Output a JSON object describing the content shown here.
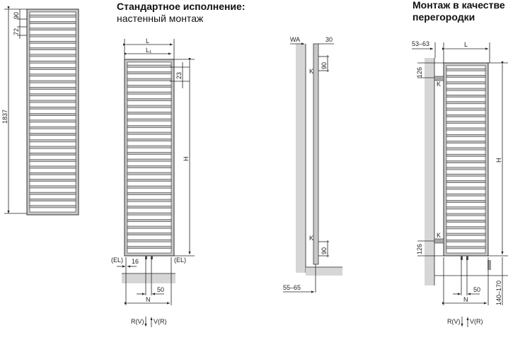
{
  "titles": {
    "wall_mount_line1": "Стандартное исполнение:",
    "wall_mount_line2": "настенный монтаж",
    "partition_line1": "Монтаж в качестве",
    "partition_line2": "перегородки"
  },
  "front_view": {
    "height": "1837",
    "top_gap": "90",
    "bar_pitch": "72"
  },
  "wall_view": {
    "L": "L",
    "L1": "L₁",
    "top_offset": "23",
    "H": "H",
    "el_left": "(EL)",
    "el_right": "(EL)",
    "side_offset": "16",
    "pipe_spacing": "50",
    "N": "N",
    "return": "R(V)",
    "flow": "V(R)"
  },
  "side_view": {
    "WA": "WA",
    "depth": "30",
    "top_bracket": "90",
    "bottom_bracket": "90",
    "K_top": "K",
    "K_bottom": "K",
    "wall_distance": "55–65"
  },
  "partition_view": {
    "offset": "53–63",
    "L": "L",
    "top_bracket": "126",
    "bottom_bracket": "126",
    "K_top": "K",
    "K_bottom": "K",
    "H": "H",
    "pipe_spacing": "50",
    "N": "N",
    "floor_height": "140–170",
    "return": "R(V)",
    "flow": "V(R)"
  }
}
